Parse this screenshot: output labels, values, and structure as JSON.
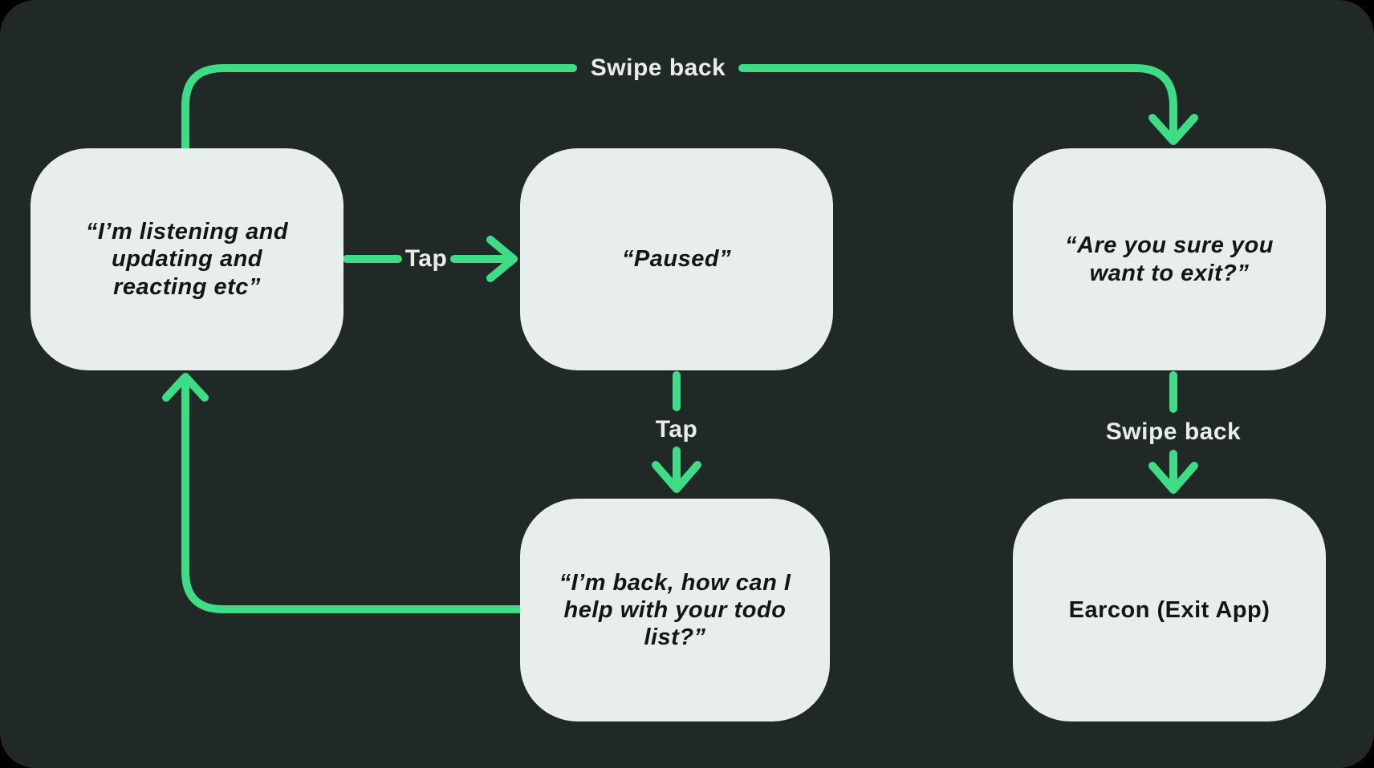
{
  "diagram": {
    "nodes": [
      {
        "id": "listening",
        "label": "“I’m listening and updating and reacting etc”"
      },
      {
        "id": "paused",
        "label": "“Paused”"
      },
      {
        "id": "exit-confirm",
        "label": "“Are you sure you want to exit?”"
      },
      {
        "id": "im-back",
        "label": "“I’m back, how can I help with your todo list?”"
      },
      {
        "id": "earcon",
        "label": "Earcon (Exit App)"
      }
    ],
    "edges": [
      {
        "from": "listening",
        "to": "exit-confirm",
        "gesture": "Swipe back",
        "label": "Swipe back"
      },
      {
        "from": "listening",
        "to": "paused",
        "gesture": "Tap",
        "label": "Tap"
      },
      {
        "from": "paused",
        "to": "im-back",
        "gesture": "Tap",
        "label": "Tap"
      },
      {
        "from": "im-back",
        "to": "listening",
        "gesture": "",
        "label": ""
      },
      {
        "from": "exit-confirm",
        "to": "earcon",
        "gesture": "Swipe back",
        "label": "Swipe back"
      }
    ],
    "colors": {
      "page_background": "#000000",
      "panel_background": "#202926",
      "node_fill": "#E8EEEB",
      "node_text": "#121715",
      "arrow": "#3EDC85",
      "label_text": "#E9EDEA"
    }
  }
}
